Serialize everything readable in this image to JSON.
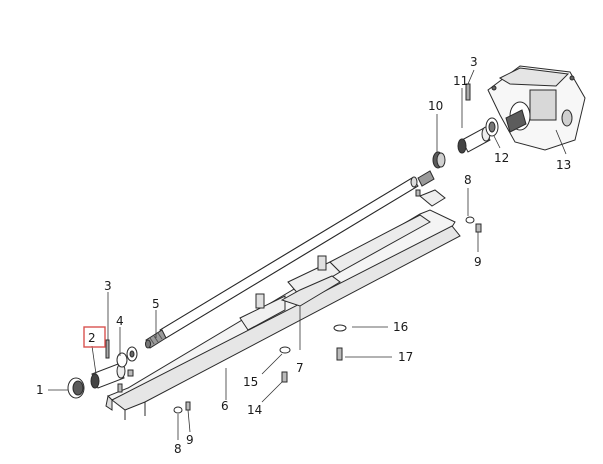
{
  "callouts": [
    {
      "id": "1",
      "text": "1"
    },
    {
      "id": "2",
      "text": "2",
      "highlighted": true
    },
    {
      "id": "3a",
      "text": "3"
    },
    {
      "id": "3b",
      "text": "3"
    },
    {
      "id": "4",
      "text": "4"
    },
    {
      "id": "5",
      "text": "5"
    },
    {
      "id": "6",
      "text": "6"
    },
    {
      "id": "7",
      "text": "7"
    },
    {
      "id": "8a",
      "text": "8"
    },
    {
      "id": "8b",
      "text": "8"
    },
    {
      "id": "9a",
      "text": "9"
    },
    {
      "id": "9b",
      "text": "9"
    },
    {
      "id": "10",
      "text": "10"
    },
    {
      "id": "11",
      "text": "11"
    },
    {
      "id": "12",
      "text": "12"
    },
    {
      "id": "13",
      "text": "13"
    },
    {
      "id": "14",
      "text": "14"
    },
    {
      "id": "15",
      "text": "15"
    },
    {
      "id": "16",
      "text": "16"
    },
    {
      "id": "17",
      "text": "17"
    }
  ],
  "colors": {
    "highlight": "#d9534f",
    "line": "#2b2b2b",
    "part_fill": "#ffffff",
    "part_shade": "#c9c9c9",
    "part_dark": "#6b6b6b"
  }
}
